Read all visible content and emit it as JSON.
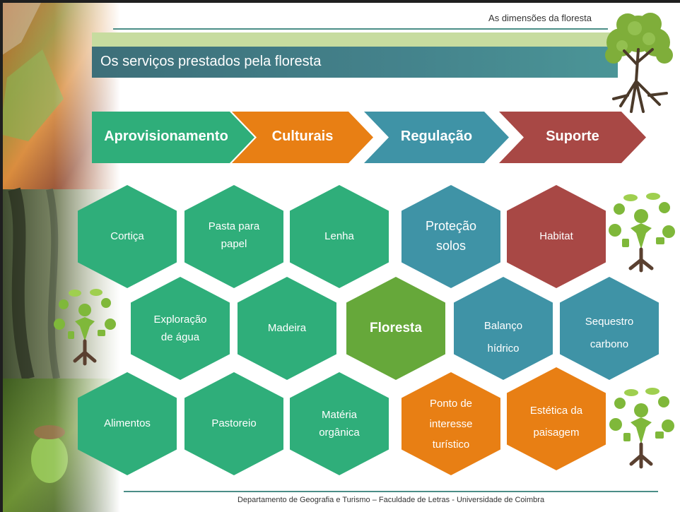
{
  "header": {
    "section_title": "As dimensões da floresta"
  },
  "band": {
    "title": "Os serviços prestados pela floresta"
  },
  "categories": [
    {
      "label": "Aprovisionamento",
      "color": "#2fae7a"
    },
    {
      "label": "Culturais",
      "color": "#e87f14"
    },
    {
      "label": "Regulação",
      "color": "#3f93a6"
    },
    {
      "label": "Suporte",
      "color": "#a84845"
    }
  ],
  "hexagons": {
    "cortica": "Cortiça",
    "pasta_line1": "Pasta para",
    "pasta_line2": "papel",
    "lenha": "Lenha",
    "protecao_line1": "Proteção",
    "protecao_line2": "solos",
    "habitat": "Habitat",
    "exploracao_line1": "Exploração",
    "exploracao_line2": "de água",
    "madeira": "Madeira",
    "floresta": "Floresta",
    "balanco_line1": "Balanço",
    "balanco_line2": "hídrico",
    "sequestro_line1": "Sequestro",
    "sequestro_line2": "carbono",
    "alimentos": "Alimentos",
    "pastoreio": "Pastoreio",
    "materia_line1": "Matéria",
    "materia_line2": "orgânica",
    "ponto_line1": "Ponto de",
    "ponto_line2": "interesse",
    "ponto_line3": "turístico",
    "estetica_line1": "Estética da",
    "estetica_line2": "paisagem"
  },
  "colors": {
    "green": "#2fae7a",
    "orange": "#e87f14",
    "blue": "#3f93a6",
    "red": "#a84845",
    "center_green": "#66a83a"
  },
  "footer": {
    "text": "Departamento de Geografia e Turismo – Faculdade de Letras -  Universidade de Coimbra"
  }
}
